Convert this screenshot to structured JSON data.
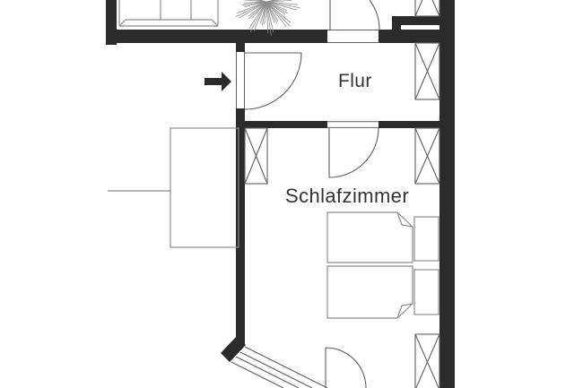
{
  "document": {
    "kind": "floor-plan"
  },
  "rooms": [
    {
      "id": "flur",
      "label": "Flur"
    },
    {
      "id": "schlafzimmer",
      "label": "Schlafzimmer"
    }
  ],
  "symbols": {
    "window_boxes": 5,
    "door_swings": 4,
    "beds": 2,
    "pillows": 2,
    "sofa": 1,
    "plant": 1,
    "entrance_arrow": 1,
    "diagonal_glazing_lines": 4
  },
  "colors": {
    "wall": "#2b2b2b",
    "line": "#5f5f5f",
    "furniture_line": "#8c8c8c",
    "text": "#333333",
    "background": "#ffffff"
  }
}
